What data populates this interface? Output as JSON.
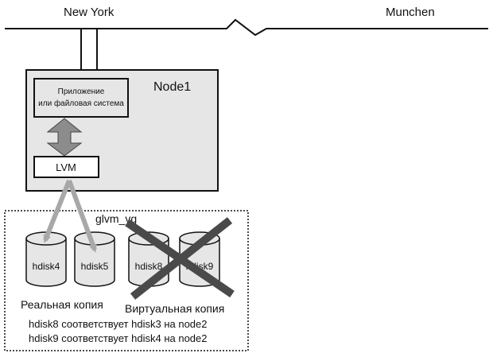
{
  "sites": {
    "left": "New York",
    "right": "Munchen"
  },
  "node": {
    "label": "Node1",
    "app_line1": "Приложение",
    "app_line2": "или файловая система",
    "lvm": "LVM"
  },
  "volume_group": {
    "name": "glvm_vg",
    "disks": [
      "hdisk4",
      "hdisk5",
      "hdisk8",
      "hdisk9"
    ],
    "real_copy_label": "Реальная копия",
    "virtual_copy_label": "Виртуальная копия",
    "notes": [
      "hdisk8 соответствует hdisk3 на node2",
      "hdisk9 соответствует hdisk4 на node2"
    ]
  },
  "colors": {
    "node_fill": "#e6e6e6",
    "line": "#111111",
    "arrow_gray": "#a8a8a8",
    "double_arrow_fill": "#8c8c8c",
    "cross": "#4a4a4a"
  }
}
